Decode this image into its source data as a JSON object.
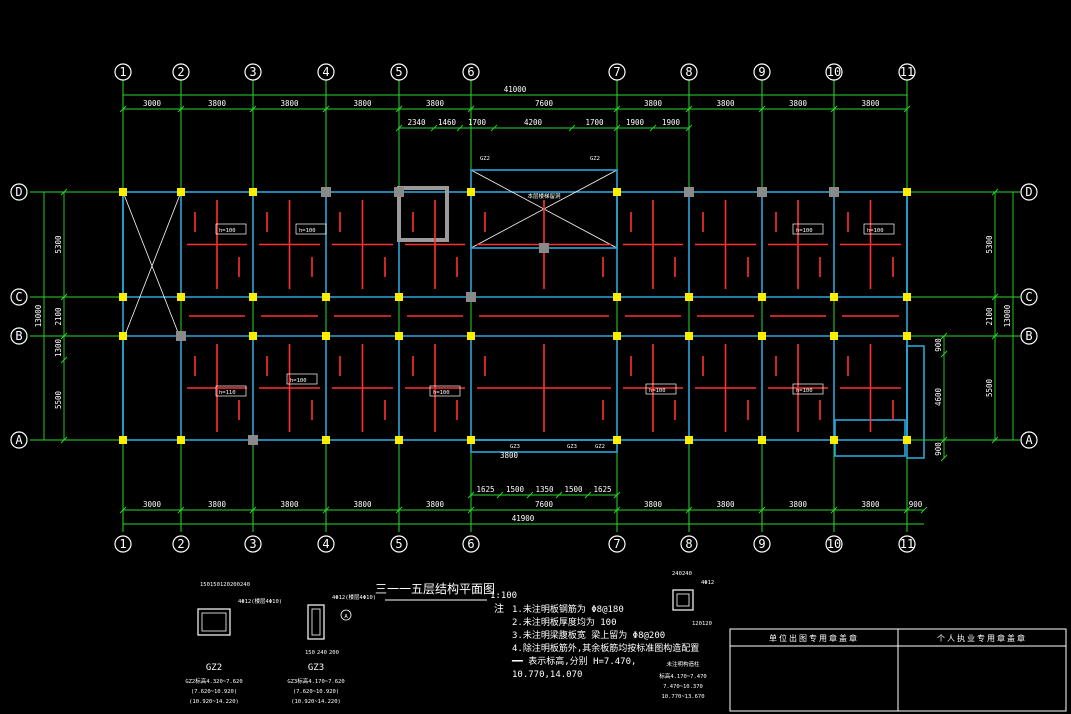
{
  "drawing": {
    "title": "三一一五层结构平面图",
    "scale": "1:100",
    "grid_cols": [
      "1",
      "2",
      "3",
      "4",
      "5",
      "6",
      "7",
      "8",
      "9",
      "10",
      "11"
    ],
    "grid_rows": [
      "D",
      "C",
      "B",
      "A"
    ],
    "top_dims": [
      "3000",
      "3800",
      "3800",
      "3800",
      "3800",
      "7600",
      "3800",
      "3800",
      "3800",
      "3800"
    ],
    "top_total": "41000",
    "top_sub_dims": [
      "2340",
      "1460",
      "1700",
      "4200",
      "1700",
      "1900",
      "1900"
    ],
    "bottom_dims": [
      "3000",
      "3800",
      "3800",
      "3800",
      "3800",
      "7600",
      "3800",
      "3800",
      "3800",
      "3800",
      "900"
    ],
    "bottom_total": "41900",
    "bottom_sub_dims": [
      "1625",
      "1500",
      "1350",
      "1500",
      "1625"
    ],
    "bottom_mid_dim": "3800",
    "left_dims": [
      "5300",
      "2100",
      "1300",
      "5500"
    ],
    "left_total": "13000",
    "right_dims": [
      "5300",
      "2100",
      "5500"
    ],
    "right_total": "13000",
    "right_small_dims": [
      "900",
      "4600",
      "900"
    ],
    "stair_label": "本层楼梯留洞",
    "slab_labels": [
      "h=100",
      "h=100",
      "h=100",
      "h=100",
      "h=110",
      "h=100",
      "h=100",
      "h=100",
      "h=100"
    ],
    "gz_labels": [
      "GZ2",
      "GZ2",
      "GZ3",
      "GZ3",
      "GZ2"
    ]
  },
  "notes": {
    "prefix": "注",
    "items": [
      "1.未注明板钢筋为 Φ8@180",
      "2.未注明板厚度均为 100",
      "3.未注明梁腹板宽 梁上留为 Φ8@200",
      "4.除注明板筋外,其余板筋均按标准图构造配置",
      "━━ 表示标高,分别 H=7.470,",
      "10.770,14.070"
    ]
  },
  "details": {
    "gz2": {
      "name": "GZ2",
      "dims": [
        "150",
        "150",
        "120",
        "200",
        "240"
      ],
      "rebar": "4Φ12(楼层4Φ10)",
      "caption": [
        "GZ2标高4.320~7.620",
        "(7.620~10.920)",
        "(10.920~14.220)"
      ]
    },
    "gz3": {
      "name": "GZ3",
      "dims": [
        "150",
        "240",
        "200"
      ],
      "rebar": "4Φ12(楼层4Φ10)",
      "section": "A",
      "caption": [
        "GZ3标高4.170~7.620",
        "(7.620~10.920)",
        "(10.920~14.220)"
      ]
    },
    "gz1": {
      "dims": [
        "240",
        "240",
        "120",
        "120"
      ],
      "rebar": "4Φ12",
      "caption_title": "未注明构造柱",
      "caption": [
        "标高4.170~7.470",
        "7.470~10.370",
        "10.770~13.670"
      ]
    }
  },
  "title_block": {
    "cell1": "单位出图专用章盖章",
    "cell2": "个人执业专用章盖章"
  },
  "colors": {
    "background": "#000000",
    "grid": "#2bd82b",
    "wall": "#2aa6d6",
    "beam": "#ff3030",
    "column": "#ffee00",
    "text": "#ffffff"
  }
}
